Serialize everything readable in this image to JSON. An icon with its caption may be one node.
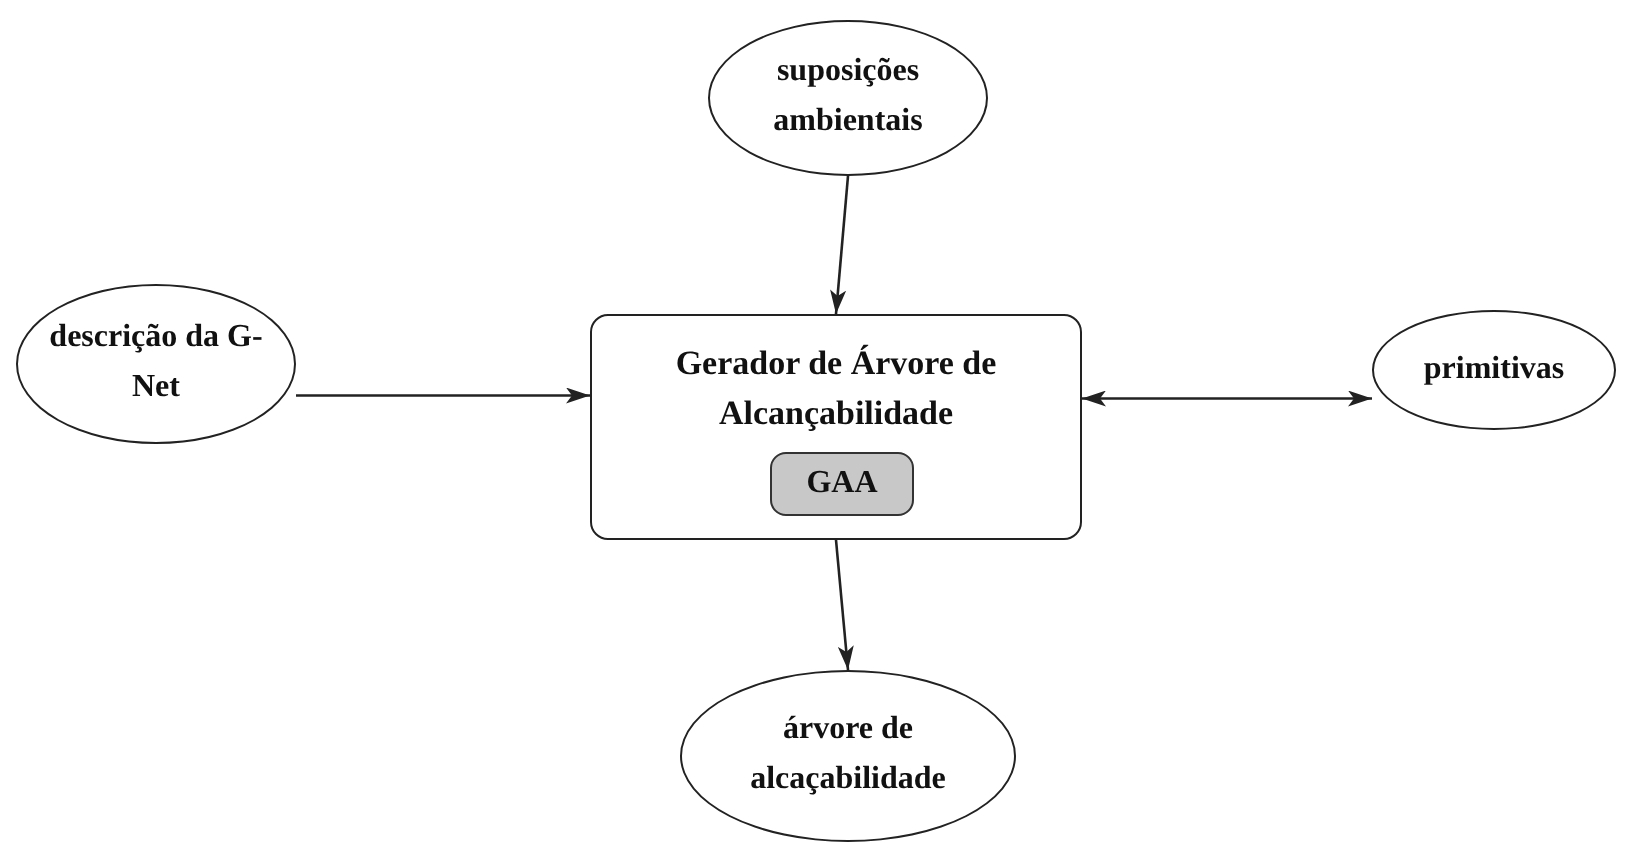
{
  "diagram": {
    "nodes": [
      {
        "text": [
          "suposições ambientais"
        ]
      },
      {
        "text": [
          "descrição da G-Net"
        ]
      },
      {
        "text": [
          "Gerador de Árvore de Alcançabilidade"
        ]
      },
      {
        "text": [
          "GAA"
        ],
        "in": 2
      },
      {
        "text": [
          "primitivas"
        ]
      },
      {
        "text": [
          "árvore de alcaçabilidade"
        ]
      }
    ],
    "edges": [
      {
        "from": 0,
        "to": 2,
        "arrow": "to"
      },
      {
        "from": 1,
        "to": 2,
        "arrow": "to"
      },
      {
        "from": 2,
        "to": 4,
        "arrow": "both"
      },
      {
        "from": 2,
        "to": 5,
        "arrow": "to"
      }
    ]
  }
}
